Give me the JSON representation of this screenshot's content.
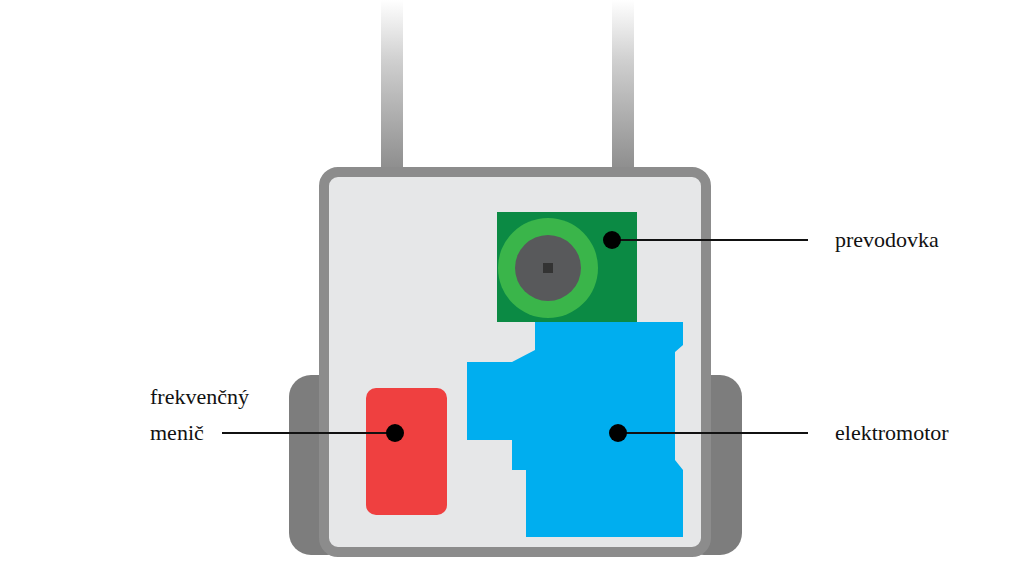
{
  "diagram": {
    "labels": [
      "prevodovka",
      "elektromotor",
      "frekvenčný menič"
    ]
  }
}
